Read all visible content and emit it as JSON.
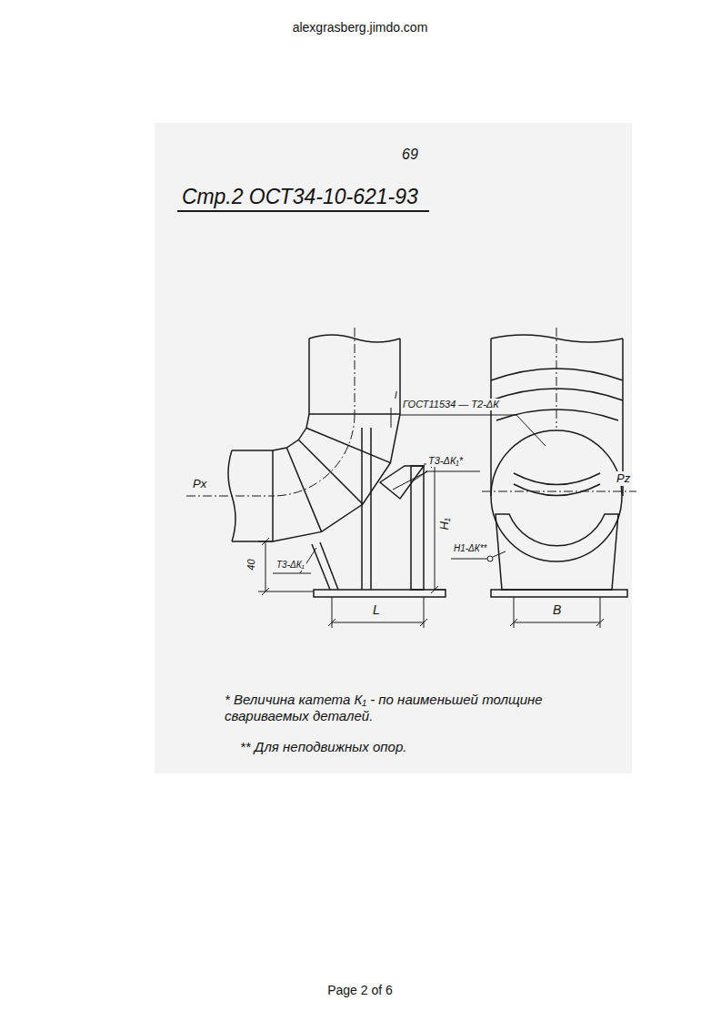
{
  "diagram": {
    "labels": [
      "alexgrasberg.jimdo.com",
      "69",
      "Стр.2 ОСТ34-10-621-93",
      "ГОСТ11534 — Т2-ΔК",
      "l",
      "Т3-ΔК₁*",
      "Px",
      "H₁",
      "40",
      "Т3-ΔК₁",
      "Н1-ΔК**",
      "L",
      "Pz",
      "В",
      "* Величина катета К₁ - по наименьшей толщине свариваемых деталей.",
      "** Для неподвижных опор.",
      "Page 2 of 6"
    ]
  }
}
